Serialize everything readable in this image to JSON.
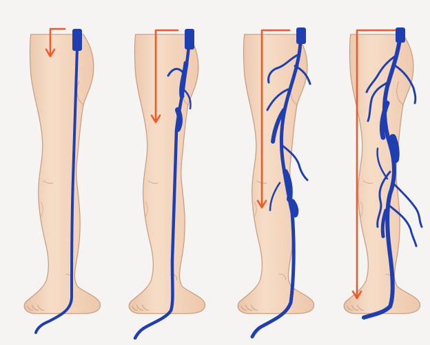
{
  "figure": {
    "panels": [
      {
        "id": "stage-1",
        "vein_state": "normal"
      },
      {
        "id": "stage-2",
        "vein_state": "mild-varicose"
      },
      {
        "id": "stage-3",
        "vein_state": "moderate-varicose"
      },
      {
        "id": "stage-4",
        "vein_state": "severe-varicose"
      }
    ],
    "colors": {
      "background": "#f6f4f3",
      "skin": "#f3d8c2",
      "skin_outline": "#c79a7e",
      "vein": "#1f3fb0",
      "arrow": "#f05a28"
    },
    "icon_names": [
      "leg-illustration",
      "vein-illustration",
      "down-arrow-icon",
      "valve-cap-icon"
    ]
  }
}
